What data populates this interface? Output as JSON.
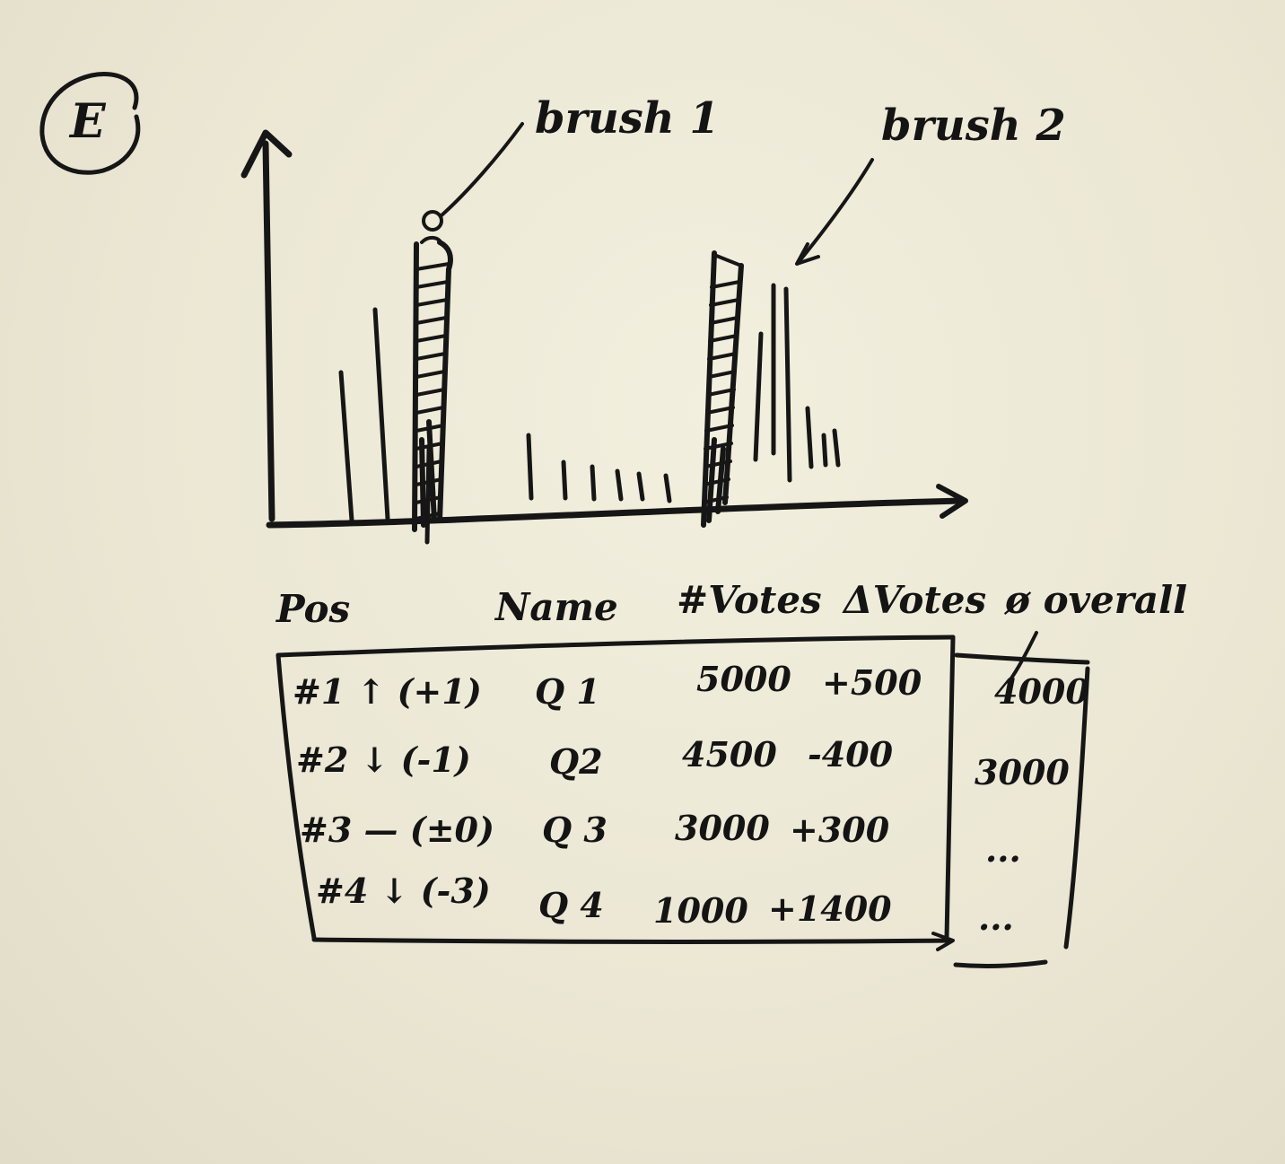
{
  "figure_label": "E",
  "chart": {
    "annotations": [
      "brush 1",
      "brush 2"
    ]
  },
  "table": {
    "headers": [
      "Pos",
      "Name",
      "#Votes",
      "ΔVotes"
    ],
    "rows": [
      {
        "pos": "#1 ↑ (+1)",
        "name": "Q 1",
        "votes": "5000",
        "delta": "+500"
      },
      {
        "pos": "#2 ↓ (-1)",
        "name": "Q2",
        "votes": "4500",
        "delta": "-400"
      },
      {
        "pos": "#3 — (±0)",
        "name": "Q 3",
        "votes": "3000",
        "delta": "+300"
      },
      {
        "pos": "#4 ↓ (-3)",
        "name": "Q 4",
        "votes": "1000",
        "delta": "+1400"
      }
    ]
  },
  "side_panel": {
    "header": "ø overall",
    "values": [
      "4000",
      "3000",
      "...",
      "..."
    ]
  }
}
